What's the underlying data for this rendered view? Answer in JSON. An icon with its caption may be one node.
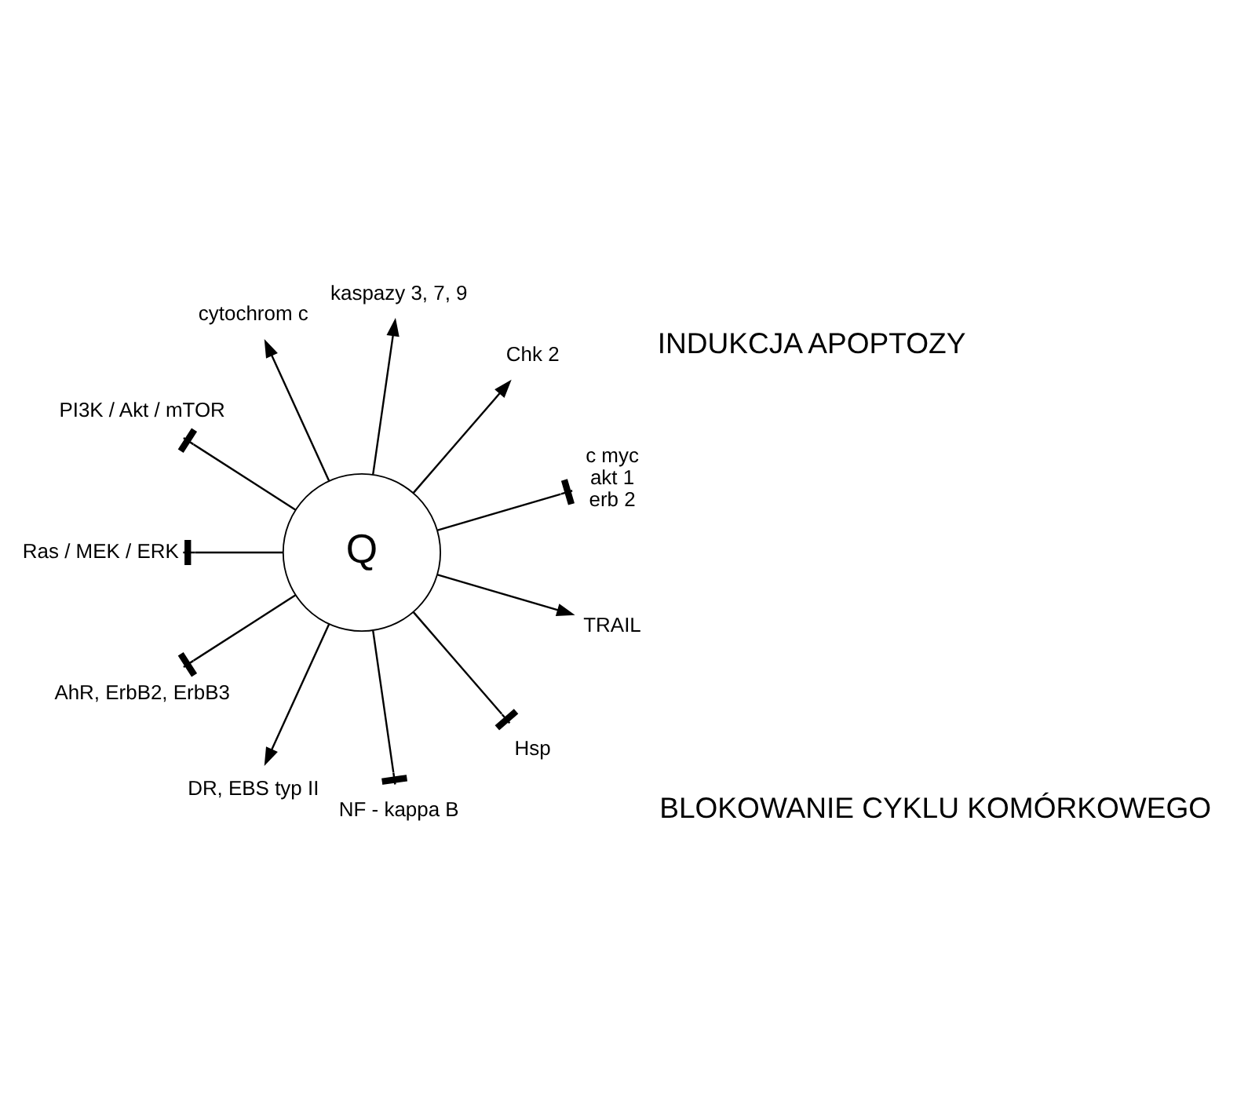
{
  "diagram": {
    "nodes": [
      {
        "text": [
          "Q"
        ]
      },
      {
        "text": [
          "c myc",
          "akt 1",
          "erb 2"
        ]
      },
      {
        "text": [
          "Chk 2"
        ]
      },
      {
        "text": [
          "kaspazy 3, 7, 9"
        ]
      },
      {
        "text": [
          "cytochrom c"
        ]
      },
      {
        "text": [
          "PI3K / Akt / mTOR"
        ]
      },
      {
        "text": [
          "Ras / MEK / ERK"
        ]
      },
      {
        "text": [
          "AhR, ErbB2, ErbB3"
        ]
      },
      {
        "text": [
          "DR, EBS typ II"
        ]
      },
      {
        "text": [
          "NF - kappa B"
        ]
      },
      {
        "text": [
          "Hsp"
        ]
      },
      {
        "text": [
          "TRAIL"
        ]
      }
    ],
    "edges": [
      {
        "from": 0,
        "to": 1,
        "arrow": "other"
      },
      {
        "from": 0,
        "to": 2,
        "arrow": "to"
      },
      {
        "from": 0,
        "to": 3,
        "arrow": "to"
      },
      {
        "from": 0,
        "to": 4,
        "arrow": "to"
      },
      {
        "from": 0,
        "to": 5,
        "arrow": "other"
      },
      {
        "from": 0,
        "to": 6,
        "arrow": "other"
      },
      {
        "from": 0,
        "to": 7,
        "arrow": "other"
      },
      {
        "from": 0,
        "to": 8,
        "arrow": "to"
      },
      {
        "from": 0,
        "to": 9,
        "arrow": "other"
      },
      {
        "from": 0,
        "to": 10,
        "arrow": "other"
      },
      {
        "from": 0,
        "to": 11,
        "arrow": "to"
      }
    ],
    "labels": [
      "BLOKOWANIE CYKLU KOMÓRKOWEGO",
      "INDUKCJA APOPTOZY"
    ]
  }
}
